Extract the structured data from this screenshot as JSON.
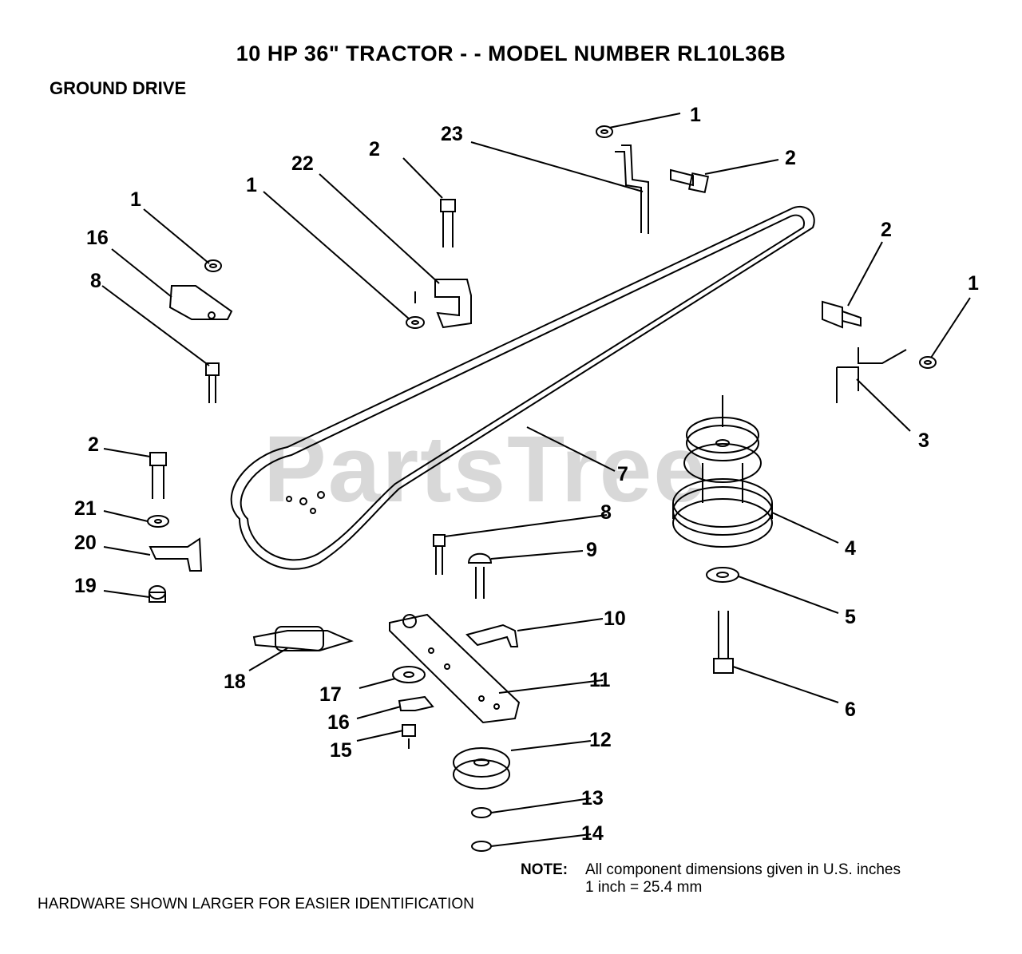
{
  "header": {
    "title": "10 HP 36\" TRACTOR - - MODEL NUMBER RL10L36B",
    "section": "GROUND DRIVE"
  },
  "watermark": "PartsTree",
  "callouts": [
    "1",
    "1",
    "1",
    "1",
    "2",
    "2",
    "2",
    "2",
    "23",
    "22",
    "16",
    "8",
    "3",
    "7",
    "4",
    "8",
    "9",
    "5",
    "6",
    "10",
    "11",
    "12",
    "13",
    "14",
    "15",
    "16",
    "17",
    "18",
    "19",
    "20",
    "21"
  ],
  "note": {
    "label": "NOTE:",
    "line1": "All component dimensions given in U.S. inches",
    "line2": "1 inch = 25.4 mm"
  },
  "footer": "HARDWARE SHOWN LARGER FOR EASIER IDENTIFICATION"
}
